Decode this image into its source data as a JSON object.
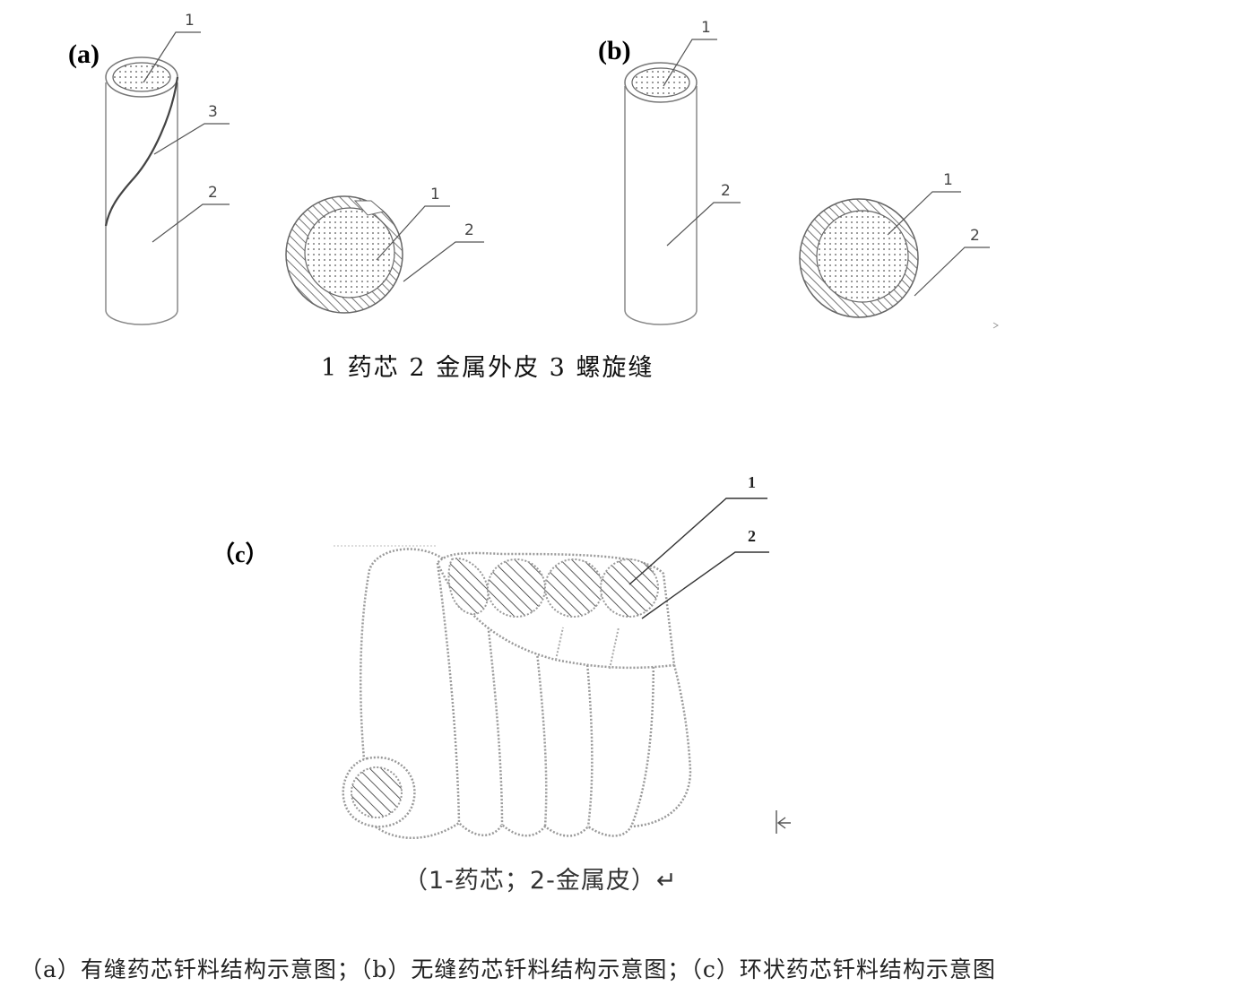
{
  "panels": {
    "a": {
      "label": "(a)"
    },
    "b": {
      "label": "(b)"
    },
    "c": {
      "label": "（c）"
    }
  },
  "callouts": {
    "a_rod_1": "1",
    "a_rod_3": "3",
    "a_rod_2": "2",
    "a_cs_1": "1",
    "a_cs_2": "2",
    "b_rod_1": "1",
    "b_rod_2": "2",
    "b_cs_1": "1",
    "b_cs_2": "2",
    "c_1": "1",
    "c_2": "2"
  },
  "legend_ab": "1  药芯    2 金属外皮    3 螺旋缝",
  "legend_c": "（1-药芯；2-金属皮）↵",
  "caption": "（a）有缝药芯钎料结构示意图；（b）无缝药芯钎料结构示意图；（c）环状药芯钎料结构示意图"
}
